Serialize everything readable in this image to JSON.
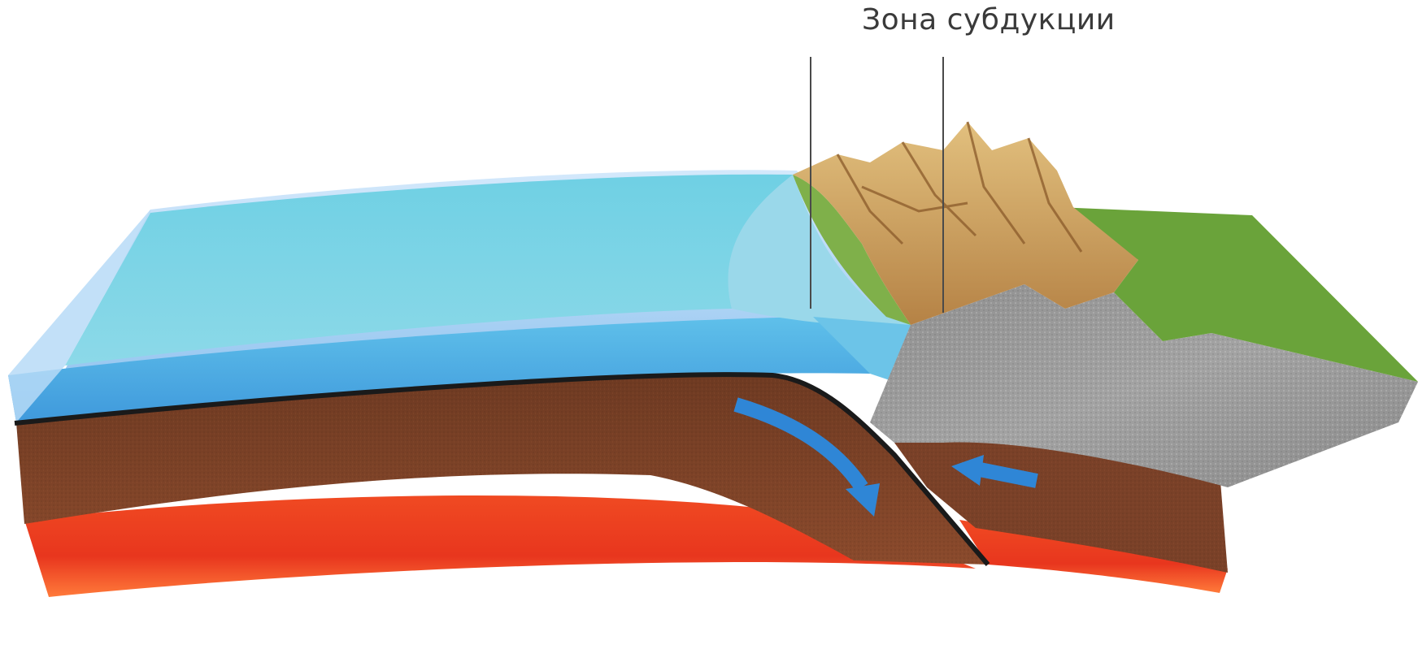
{
  "labels": {
    "subduction_zone": "Зона субдукции"
  },
  "colors": {
    "ocean_surface": "#7fd0e2",
    "ocean_deep": "#4aa4d8",
    "ocean_side": "#5db8e6",
    "lithosphere": "#7a4128",
    "lithosphere_dark": "#5e2f1c",
    "asthenosphere": "#e8361e",
    "asthenosphere_light": "#ff6a3a",
    "continental_crust": "#9a9a9a",
    "mountains": "#c79a58",
    "vegetation": "#6aa33a",
    "arrow": "#2f86d6",
    "plate_boundary": "#1a1a1a",
    "leader_line": "#4a4a4a"
  },
  "arrows": [
    {
      "name": "subducting-plate-arrow",
      "direction": "down-right"
    },
    {
      "name": "overriding-plate-arrow",
      "direction": "left"
    }
  ]
}
